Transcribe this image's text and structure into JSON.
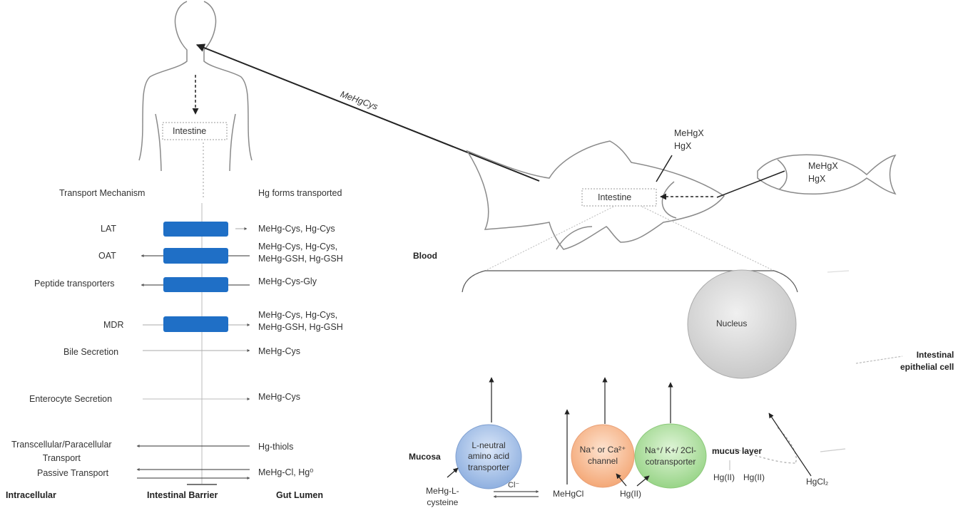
{
  "left": {
    "intestine_label": "Intestine",
    "header_mechanism": "Transport Mechanism",
    "header_forms": "Hg forms transported",
    "rows": [
      {
        "mechanism": "LAT",
        "forms": "MeHg-Cys, Hg-Cys"
      },
      {
        "mechanism": "OAT",
        "forms": "MeHg-Cys, Hg-Cys,\nMeHg-GSH, Hg-GSH"
      },
      {
        "mechanism": "Peptide transporters",
        "forms": "MeHg-Cys-Gly"
      },
      {
        "mechanism": "MDR",
        "forms": "MeHg-Cys, Hg-Cys,\nMeHg-GSH, Hg-GSH"
      },
      {
        "mechanism": "Bile Secretion",
        "forms": "MeHg-Cys"
      },
      {
        "mechanism": "Enterocyte Secretion",
        "forms": "MeHg-Cys"
      },
      {
        "mechanism": "Transcellular/Paracellular\nTransport",
        "forms": "Hg-thiols"
      },
      {
        "mechanism": "Passive Transport",
        "forms": "MeHg-Cl, Hg⁰"
      }
    ],
    "footer": {
      "intracellular": "Intracellular",
      "barrier": "Intestinal Barrier",
      "lumen": "Gut Lumen"
    }
  },
  "top": {
    "arrow_label": "MeHgCys",
    "big_fish_label": "MeHgX\nHgX",
    "small_fish_label": "MeHgX\nHgX",
    "fish_intestine": "Intestine"
  },
  "cell": {
    "blood": "Blood",
    "nucleus": "Nucleus",
    "epithelial": "Intestinal\nepithelial cell",
    "mucosa": "Mucosa",
    "lnat": "L-neutral\namino acid\ntransporter",
    "channel": "Na⁺ or Ca²⁺\nchannel",
    "cotransporter": "Na⁺/ K+/ 2Cl-\ncotransporter",
    "mucus": "mucus layer",
    "hg1": "Hg(II)",
    "hg2": "Hg(II)",
    "hgcl2": "HgCl₂",
    "mehg_lcys": "MeHg-L-\ncysteine",
    "cl": "Cl⁻",
    "mehgcl": "MeHgCl",
    "hg_bottom": "Hg(II)"
  },
  "colors": {
    "transporter_box": "#1f6fc6",
    "lnat": "#a9c4ea",
    "channel": "#f7c29c",
    "cotransporter": "#b6e3a6"
  }
}
